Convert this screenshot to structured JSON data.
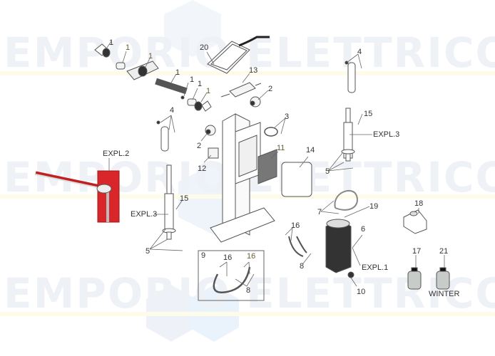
{
  "diagram": {
    "type": "exploded-parts-diagram",
    "subject": "Automatic road barrier (hydraulic) spare parts",
    "watermark": {
      "rows": [
        {
          "left": "EMPORIO",
          "right": "ELETTRICO"
        },
        {
          "left": "EMPORIO",
          "right": "ELETTRICO"
        },
        {
          "left": "EMPORIO",
          "right": "ELETTRICO"
        }
      ]
    },
    "callouts": [
      {
        "id": "c1a",
        "text": "1"
      },
      {
        "id": "c1b",
        "text": "1"
      },
      {
        "id": "c1c",
        "text": "1"
      },
      {
        "id": "c1d",
        "text": "1"
      },
      {
        "id": "c1e",
        "text": "1"
      },
      {
        "id": "c1f",
        "text": "1"
      },
      {
        "id": "c1g",
        "text": "1"
      },
      {
        "id": "c20",
        "text": "20"
      },
      {
        "id": "c13",
        "text": "13"
      },
      {
        "id": "c2a",
        "text": "2"
      },
      {
        "id": "c2b",
        "text": "2"
      },
      {
        "id": "c4a",
        "text": "4"
      },
      {
        "id": "c4b",
        "text": "4"
      },
      {
        "id": "c3",
        "text": "3"
      },
      {
        "id": "c15a",
        "text": "15"
      },
      {
        "id": "c15b",
        "text": "15"
      },
      {
        "id": "expl3a",
        "text": "EXPL.3"
      },
      {
        "id": "expl3b",
        "text": "EXPL.3"
      },
      {
        "id": "expl2",
        "text": "EXPL.2"
      },
      {
        "id": "c11",
        "text": "11"
      },
      {
        "id": "c12",
        "text": "12"
      },
      {
        "id": "c14",
        "text": "14"
      },
      {
        "id": "c5a",
        "text": "5"
      },
      {
        "id": "c5b",
        "text": "5"
      },
      {
        "id": "c7",
        "text": "7"
      },
      {
        "id": "c19",
        "text": "19"
      },
      {
        "id": "c18",
        "text": "18"
      },
      {
        "id": "c16a",
        "text": "16"
      },
      {
        "id": "c16b",
        "text": "16"
      },
      {
        "id": "c16c",
        "text": "16"
      },
      {
        "id": "c6",
        "text": "6"
      },
      {
        "id": "c8a",
        "text": "8"
      },
      {
        "id": "c8b",
        "text": "8"
      },
      {
        "id": "c9",
        "text": "9"
      },
      {
        "id": "expl1",
        "text": "EXPL.1"
      },
      {
        "id": "c10",
        "text": "10"
      },
      {
        "id": "c17",
        "text": "17"
      },
      {
        "id": "c21",
        "text": "21"
      },
      {
        "id": "winter",
        "text": "WINTER"
      }
    ],
    "colors": {
      "line": "#555555",
      "barrier_red": "#d9262a",
      "barrier_stripe": "#b8b8b8",
      "watermark": "#eef1f6",
      "watermark_band": "#fdfbe9",
      "hex_shape": "#eaf2fa"
    }
  }
}
